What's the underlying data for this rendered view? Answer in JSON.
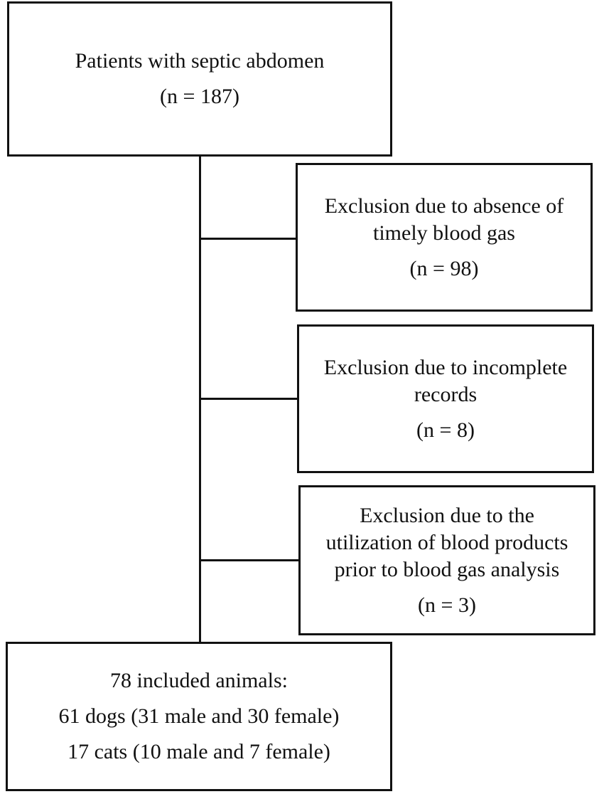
{
  "flowchart": {
    "start": {
      "title": "Patients with septic abdomen",
      "count": "(n = 187)"
    },
    "exclusions": [
      {
        "lines": [
          "Exclusion due to absence of",
          "timely blood gas"
        ],
        "count": "(n = 98)"
      },
      {
        "lines": [
          "Exclusion due to incomplete",
          "records"
        ],
        "count": "(n = 8)"
      },
      {
        "lines": [
          "Exclusion due to the",
          "utilization of blood products",
          "prior to blood gas analysis"
        ],
        "count": "(n = 3)"
      }
    ],
    "result": {
      "lines": [
        "78 included animals:",
        "61 dogs (31 male and 30 female)",
        "17 cats (10 male and 7 female)"
      ]
    }
  }
}
